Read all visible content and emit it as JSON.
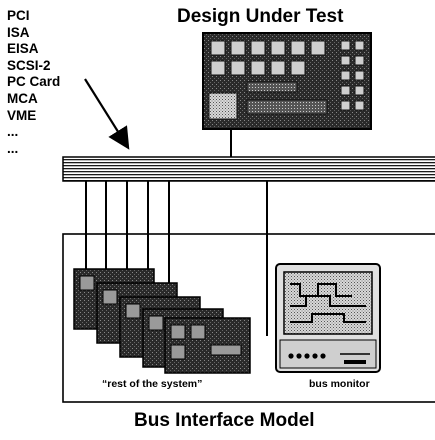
{
  "bus_standards": [
    "PCI",
    "ISA",
    "EISA",
    "SCSI-2",
    "PC Card",
    "MCA",
    "VME",
    "...",
    "..."
  ],
  "design_under_test_label": "Design Under Test",
  "rest_of_system_caption": "“rest of the system”",
  "bus_monitor_caption": "bus monitor",
  "bus_interface_model_label": "Bus Interface Model"
}
